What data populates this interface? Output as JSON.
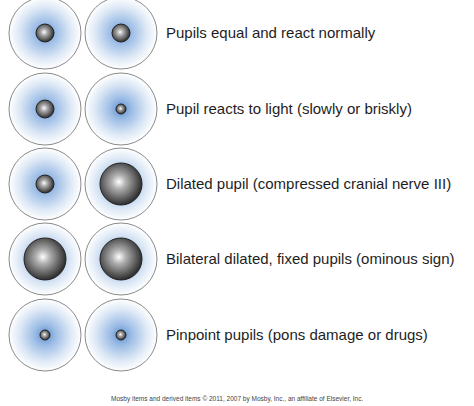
{
  "diagram": {
    "labels": [
      "Pupils equal and react normally",
      "Pupil reacts to light (slowly or briskly)",
      "Dilated pupil (compressed cranial nerve III)",
      "Bilateral dilated, fixed pupils (ominous sign)",
      "Pinpoint pupils (pons damage or drugs)",
      "Mosby items and derived items © 2011, 2007 by Mosby, Inc., an affiliate of Elsevier, Inc."
    ]
  }
}
